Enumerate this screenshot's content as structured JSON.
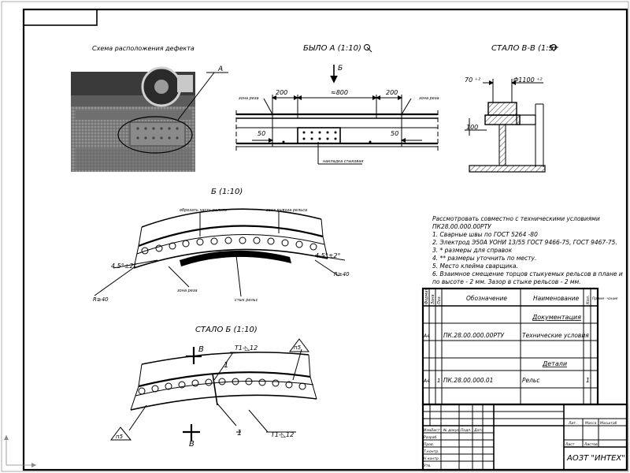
{
  "sheet": {
    "scheme_title": "Схема расположения дефекта",
    "photo_callout": "A",
    "view_before_title": "БЫЛО А (1:10)",
    "view_section_title": "СТАЛО В-В (1:5)",
    "view_b_title": "Б (1:10)",
    "view_after_b_title": "СТАЛО Б (1:10)",
    "arrow_b_label": "Б",
    "arrow_v_label": "В"
  },
  "before_view": {
    "dim_left": "200",
    "dim_mid": "≈800",
    "dim_right": "200",
    "dim_bottom_left": "50",
    "dim_bottom_right": "50",
    "note_left": "зона реза",
    "note_right": "зона реза",
    "note_bottom": "накладка стыковая"
  },
  "section_view": {
    "dim_70": "70 ⁺²",
    "dim_dia": "Φ1100 ⁺²",
    "dim_100": "100"
  },
  "view_b": {
    "note_top_left": "обрезать часть рельса",
    "note_top_right": "зона вывоза рельса",
    "note_left_angle": "4.5°±2°",
    "note_right_angle": "4.5°±2°",
    "note_left_r": "R≥40",
    "note_right_r": "R≥40",
    "note_bottom_left": "зона реза",
    "note_bottom_mid": "стык рельс"
  },
  "view_after_b": {
    "weld_top": "Т1-◺12",
    "weld_bottom": "Т1-◺12",
    "tri_right": "п5",
    "tri_left": "п5",
    "position_1_top": "1",
    "position_1_bottom": "1"
  },
  "notes": [
    "Рассмотровать совместно с техническими условиями",
    "ПК28.00.000.00РТУ",
    "1. Сварные швы по ГОСТ 5264 -80",
    "2. Электрод Э50А УОНИ 13/55 ГОСТ 9466-75, ГОСТ 9467-75.",
    "3. * размеры для справок",
    "4. ** размеры уточнить по месту.",
    "5. Место клейма сварщика.",
    "6. Взаимное смещение торцов стыкуемых рельсов в плане и",
    "по высоте - 2 мм. Зазор в стыке рельсов - 2 мм."
  ],
  "spec_table": {
    "headers": [
      "Формат",
      "Зона",
      "Поз.",
      "Обозначение",
      "Наименование",
      "Кол.",
      "Приме- чание"
    ],
    "section_docs": "Документация",
    "row_doc": {
      "format": "А4",
      "designation": "ПК.28.00.000.00РТУ",
      "name": "Технические условия"
    },
    "section_parts": "Детали",
    "row_part": {
      "format": "А4",
      "pos": "1",
      "designation": "ПК.28.00.000.01",
      "name": "Рельс",
      "qty": "1"
    }
  },
  "title_block": {
    "izm": "Изм.",
    "list": "Лист",
    "doc_no": "№ докум.",
    "sign": "Подп.",
    "date": "Дата",
    "razrab": "Разраб.",
    "prov": "Пров.",
    "tkontr": "Т.контр.",
    "nkontr": "Н.контр.",
    "utv": "Утв.",
    "lit": "Лит.",
    "massa": "Масса",
    "masshtab": "Масштаб",
    "sheet_label": "Лист",
    "sheets_label": "Листов",
    "company": "АОЗТ \"ИНТЕХ\""
  }
}
